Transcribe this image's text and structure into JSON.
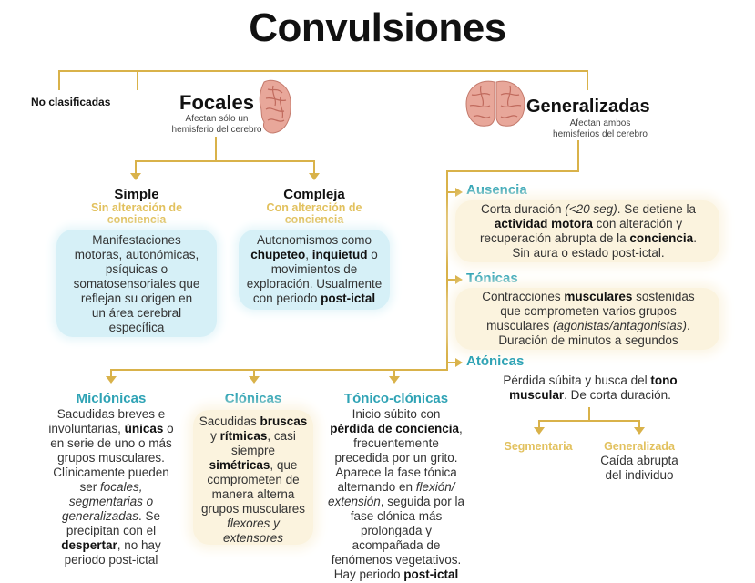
{
  "title": "Convulsiones",
  "colors": {
    "connector": "#d9b24a",
    "gold_label": "#e2c15e",
    "teal_heading": "#2fa3b5",
    "blue_box": "#d6f0f7",
    "cream_box": "#fbf3de"
  },
  "top_level": {
    "no_clasificadas": "No clasificadas",
    "focales": {
      "title": "Focales",
      "subtitle_1": "Afectan sólo un",
      "subtitle_2": "hemisferio del cerebro",
      "icon": "brain-half-icon"
    },
    "generalizadas": {
      "title": "Generalizadas",
      "subtitle_1": "Afectan ambos",
      "subtitle_2": "hemisferios del cerebro",
      "icon": "brain-full-icon"
    }
  },
  "focal_types": {
    "simple": {
      "title": "Simple",
      "qualifier_1": "Sin alteración de",
      "qualifier_2": "conciencia",
      "lines": [
        "Manifestaciones",
        "motoras, autonómicas,",
        "psíquicas o",
        "somatosensoriales que",
        "reflejan su origen en",
        "un área cerebral",
        "específica"
      ]
    },
    "compleja": {
      "title": "Compleja",
      "qualifier_1": "Con alteración de",
      "qualifier_2": "conciencia",
      "l1": "Autonomismos como",
      "l2_b1": "chupeteo",
      "l2_t1": ", ",
      "l2_b2": "inquietud",
      "l2_t2": " o",
      "l3": "movimientos de",
      "l4": "exploración. Usualmente",
      "l5_t": "con periodo ",
      "l5_b": "post-ictal"
    }
  },
  "generalized_types": {
    "ausencia": {
      "title": "Ausencia",
      "l1_t": "Corta duración ",
      "l1_i": "(<20 seg)",
      "l1_t2": ". Se detiene la",
      "l2_b": "actividad motora",
      "l2_t": " con alteración y",
      "l3_t": "recuperación abrupta de la ",
      "l3_b": "conciencia",
      "l3_t2": ".",
      "l4": "Sin aura o estado post-ictal."
    },
    "tonicas": {
      "title": "Tónicas",
      "l1_t": "Contracciones ",
      "l1_b": "musculares",
      "l1_t2": " sostenidas",
      "l2": "que comprometen varios grupos",
      "l3_t": "musculares ",
      "l3_i": "(agonistas/antagonistas)",
      "l3_t2": ".",
      "l4": "Duración de minutos a segundos"
    },
    "atonicas": {
      "title": "Atónicas",
      "l1_t": "Pérdida súbita y busca del ",
      "l1_b": "tono",
      "l2_b": "muscular",
      "l2_t": ". De corta duración.",
      "segmentaria": "Segmentaria",
      "generalizada": "Generalizada",
      "generalizada_desc_1": "Caída abrupta",
      "generalizada_desc_2": "del individuo"
    },
    "mioclonicas": {
      "title": "Miclónicas",
      "l1": "Sacudidas breves e",
      "l2_t": "involuntarias, ",
      "l2_b": "únicas",
      "l2_t2": " o",
      "l3": "en serie de uno o más",
      "l4": "grupos musculares.",
      "l5": "Clínicamente pueden",
      "l6_t": "ser ",
      "l6_i": "focales,",
      "l7_i": "segmentarias o",
      "l8_i": "generalizadas",
      "l8_t": ". Se",
      "l9": "precipitan con el",
      "l10_b": "despertar",
      "l10_t": ", no hay",
      "l11": "periodo post-ictal"
    },
    "clonicas": {
      "title": "Clónicas",
      "l1_t": "Sacudidas ",
      "l1_b": "bruscas",
      "l2_t": "y ",
      "l2_b": "rítmicas",
      "l2_t2": ", casi",
      "l3": "siempre",
      "l4_b": "simétricas",
      "l4_t": ", que",
      "l5": "comprometen de",
      "l6": "manera alterna",
      "l7": "grupos musculares",
      "l8_i": "flexores y",
      "l9_i": "extensores"
    },
    "tonico_clonicas": {
      "title": "Tónico-clónicas",
      "l1": "Inicio súbito con",
      "l2_b": "pérdida de conciencia",
      "l2_t": ",",
      "l3": "frecuentemente",
      "l4": "precedida por un grito.",
      "l5": "Aparece la fase tónica",
      "l6_t": "alternando en ",
      "l6_i": "flexión/",
      "l7_i": "extensión",
      "l7_t": ", seguida por la",
      "l8": "fase clónica más",
      "l9": "prolongada y",
      "l10": "acompañada de",
      "l11": "fenómenos vegetativos.",
      "l12_t": "Hay periodo ",
      "l12_b": "post-ictal"
    }
  }
}
